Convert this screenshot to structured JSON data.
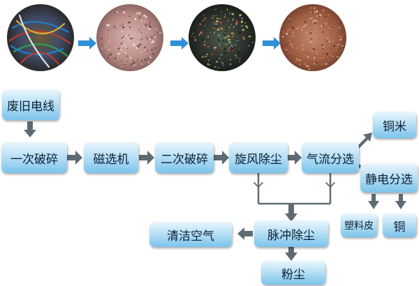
{
  "photos": [
    {
      "name": "photo-waste-wires",
      "icon": "waste-wires-photo"
    },
    {
      "name": "photo-crushed-pieces",
      "icon": "crushed-pieces-photo"
    },
    {
      "name": "photo-granules",
      "icon": "mixed-granules-photo"
    },
    {
      "name": "photo-copper-granules",
      "icon": "copper-granules-photo"
    }
  ],
  "nodes": {
    "waste_wire": "废旧电线",
    "primary_crush": "一次破碎",
    "magnetic_separator": "磁选机",
    "secondary_crush": "二次破碎",
    "cyclone_dust": "旋风除尘",
    "air_separation": "气流分选",
    "copper_rice": "铜米",
    "electrostatic_separation": "静电分选",
    "plastic_skin": "塑料皮",
    "copper": "铜",
    "pulse_dust": "脉冲除尘",
    "clean_air": "清洁空气",
    "dust": "粉尘"
  },
  "colors": {
    "node_light": "#eaf6fd",
    "node_dark": "#7cc4ec",
    "arrow_gray": "#5f6b73",
    "arrow_blue": "#2f8fd8"
  }
}
